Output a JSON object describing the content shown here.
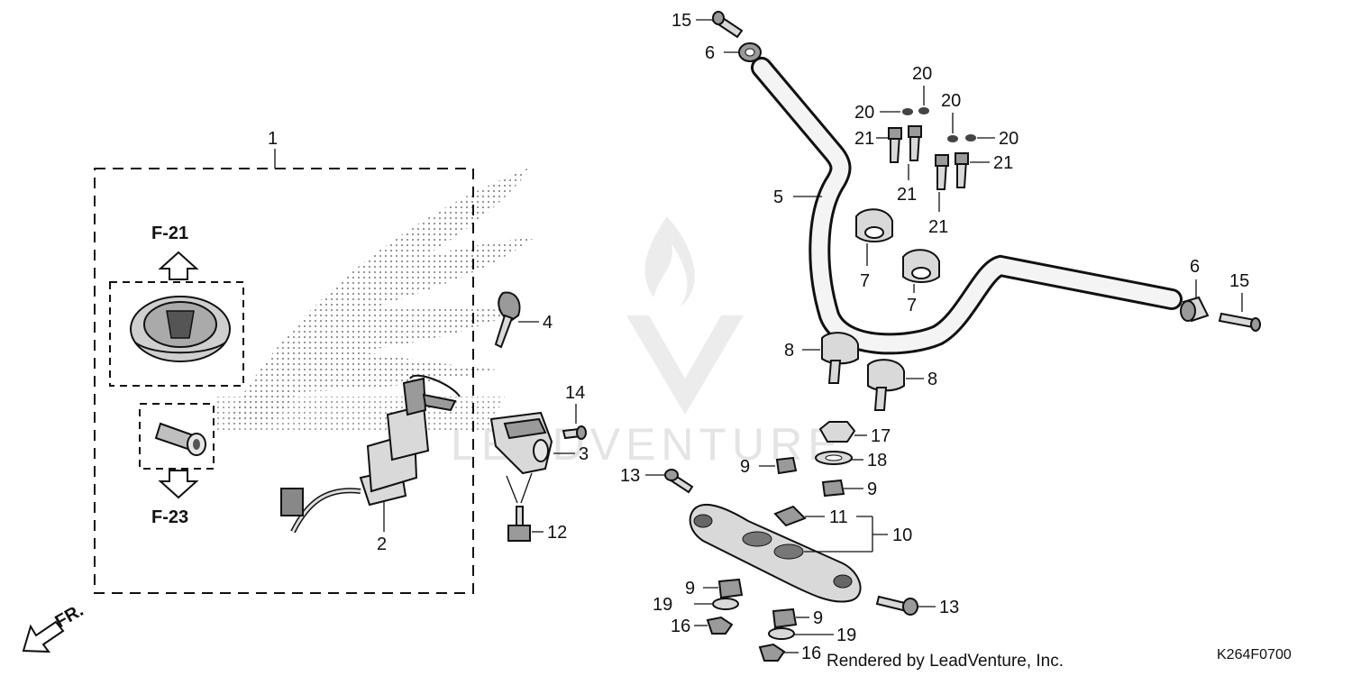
{
  "diagram": {
    "callouts": [
      "1",
      "2",
      "3",
      "4",
      "5",
      "6",
      "6",
      "7",
      "7",
      "8",
      "8",
      "9",
      "9",
      "9",
      "9",
      "10",
      "11",
      "12",
      "13",
      "13",
      "14",
      "15",
      "15",
      "16",
      "16",
      "17",
      "18",
      "19",
      "19",
      "20",
      "20",
      "20",
      "20",
      "21",
      "21",
      "21",
      "21"
    ],
    "refs": {
      "up": "F-21",
      "down": "F-23"
    },
    "front_label": "FR.",
    "watermark": "LEADVENTURE",
    "credit": "Rendered by LeadVenture, Inc.",
    "code": "K264F0700"
  }
}
